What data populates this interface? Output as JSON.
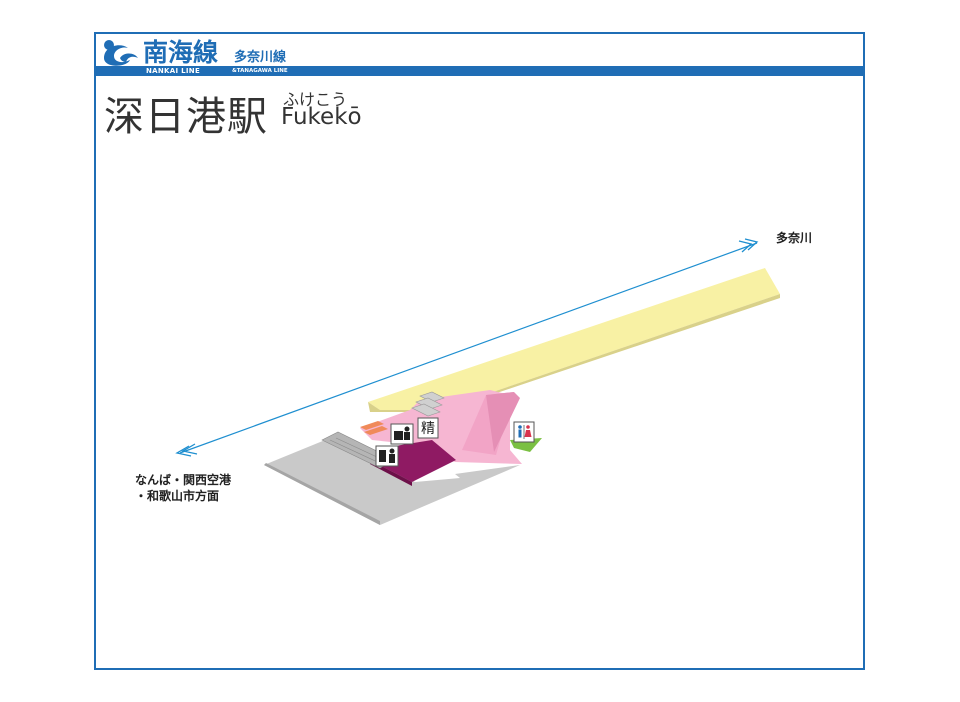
{
  "header": {
    "line_name": "南海線",
    "line_sub": "多奈川線",
    "line_en": "NANKAI LINE",
    "line_en_sub": "&TANAGAWA LINE"
  },
  "station": {
    "name": "深日港駅",
    "kana": "ふけこう",
    "romaji": "Fukekō"
  },
  "directions": {
    "toward_end": "多奈川",
    "toward_city_1": "なんば・関西空港",
    "toward_city_2": "・和歌山市方面"
  },
  "facilities": {
    "fare_adjust": "精"
  },
  "colors": {
    "brand_blue": "#1f6db5",
    "platform": "#f8f1a4",
    "concourse": "#f6b6d2",
    "ticket_area": "#8f1a63",
    "ground": "#c9c9c9",
    "toilet_green": "#7bc043"
  }
}
